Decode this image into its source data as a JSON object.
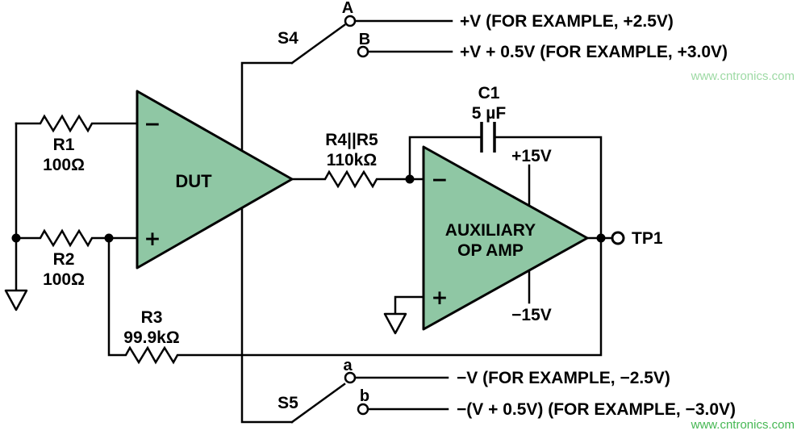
{
  "colors": {
    "opamp_fill": "#8fc7a4",
    "wire": "#000000",
    "watermark": "#3cb44a"
  },
  "diagram": {
    "dut_opamp": {
      "label": "DUT",
      "minus": "−",
      "plus": "+"
    },
    "aux_opamp": {
      "line1": "AUXILIARY",
      "line2": "OP AMP",
      "minus": "−",
      "plus": "+",
      "pos_supply": "+15V",
      "neg_supply": "−15V"
    },
    "resistors": {
      "r1": {
        "ref": "R1",
        "value": "100Ω"
      },
      "r2": {
        "ref": "R2",
        "value": "100Ω"
      },
      "r3": {
        "ref": "R3",
        "value": "99.9kΩ"
      },
      "r4r5": {
        "ref": "R4||R5",
        "value": "110kΩ"
      }
    },
    "capacitor_c1": {
      "ref": "C1",
      "value": "5 µF"
    },
    "switch_s4": {
      "ref": "S4",
      "pos_a": "A",
      "pos_b": "B",
      "label_a": "+V (FOR EXAMPLE, +2.5V)",
      "label_b": "+V + 0.5V (FOR EXAMPLE, +3.0V)"
    },
    "switch_s5": {
      "ref": "S5",
      "pos_a": "a",
      "pos_b": "b",
      "label_a": "−V (FOR EXAMPLE, −2.5V)",
      "label_b": "−(V + 0.5V) (FOR EXAMPLE, −3.0V)"
    },
    "test_point": {
      "label": "TP1"
    },
    "watermark": {
      "text": "www.cntronics.com"
    }
  }
}
